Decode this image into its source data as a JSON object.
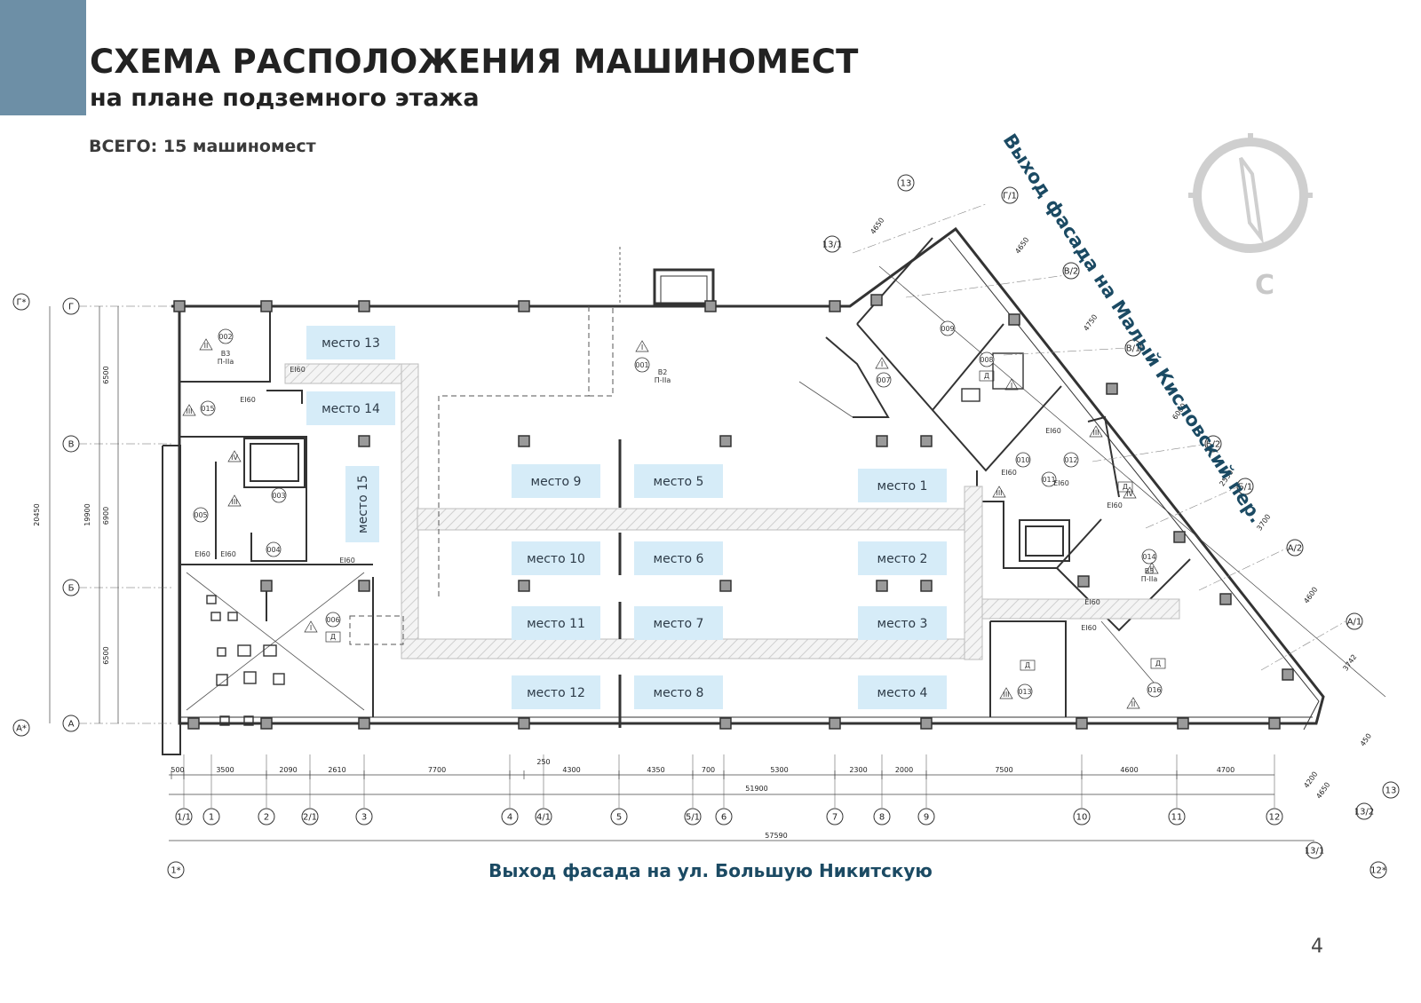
{
  "header": {
    "title": "СХЕМА РАСПОЛОЖЕНИЯ МАШИНОМЕСТ",
    "subtitle": "на плане подземного этажа",
    "total": "ВСЕГО: 15 машиномест"
  },
  "facades": {
    "right": "Выход фасада на Малый Кисловский пер.",
    "bottom": "Выход фасада на ул. Большую Никитскую"
  },
  "compass": {
    "letter": "С"
  },
  "page_number": "4",
  "colors": {
    "accent": "#6d8fa6",
    "spot_fill": "#d6ecf8",
    "facade_text": "#1b4a63",
    "hatch": "#d9d9d9"
  },
  "parking_spots": [
    {
      "label": "место 13"
    },
    {
      "label": "место 14"
    },
    {
      "label": "место 15"
    },
    {
      "label": "место 9"
    },
    {
      "label": "место 10"
    },
    {
      "label": "место 11"
    },
    {
      "label": "место 12"
    },
    {
      "label": "место 5"
    },
    {
      "label": "место 6"
    },
    {
      "label": "место 7"
    },
    {
      "label": "место 8"
    },
    {
      "label": "место 1"
    },
    {
      "label": "место 2"
    },
    {
      "label": "место 3"
    },
    {
      "label": "место 4"
    }
  ],
  "grid": {
    "bottom_axes": [
      "1/1",
      "1",
      "2",
      "2/1",
      "3",
      "4",
      "4/1",
      "5",
      "5/1",
      "6",
      "7",
      "8",
      "9",
      "10",
      "11",
      "12"
    ],
    "extra_axes": [
      "1*",
      "12*",
      "13/1",
      "13/2",
      "13"
    ],
    "left_axes": [
      "Г",
      "В",
      "Б",
      "А"
    ],
    "left_outer_axes": [
      "Г*",
      "А*"
    ],
    "top_axes": [
      "13",
      "13/1",
      "Г/1",
      "В/2",
      "В/1",
      "Б/2",
      "Б/1",
      "А/2",
      "А/1"
    ]
  },
  "dimensions": {
    "bottom_segments": [
      "500",
      "3500",
      "2090",
      "2610",
      "7700",
      "250",
      "4300",
      "4350",
      "700",
      "5300",
      "2300",
      "2000",
      "7500",
      "4600",
      "4700"
    ],
    "bottom_sub_total": "51900",
    "bottom_total": "57590",
    "left": [
      "6500",
      "6900",
      "6500"
    ],
    "left_sub_total": "19900",
    "left_total": "20450",
    "diagonal": [
      "4650",
      "4650",
      "4750",
      "6000",
      "2550",
      "3700",
      "4600",
      "3742",
      "450",
      "4200",
      "4650"
    ]
  },
  "rooms": [
    "002",
    "015",
    "005",
    "003",
    "004",
    "006",
    "001",
    "009",
    "008",
    "007",
    "010",
    "011",
    "012",
    "014",
    "013",
    "016"
  ],
  "room_marks": {
    "fire_rating": "EI60",
    "category_b3": "В3",
    "category_b2": "В2",
    "class_p2a": "П-IIа",
    "category_d": "Д",
    "roman": [
      "I",
      "II",
      "III",
      "IV"
    ]
  }
}
